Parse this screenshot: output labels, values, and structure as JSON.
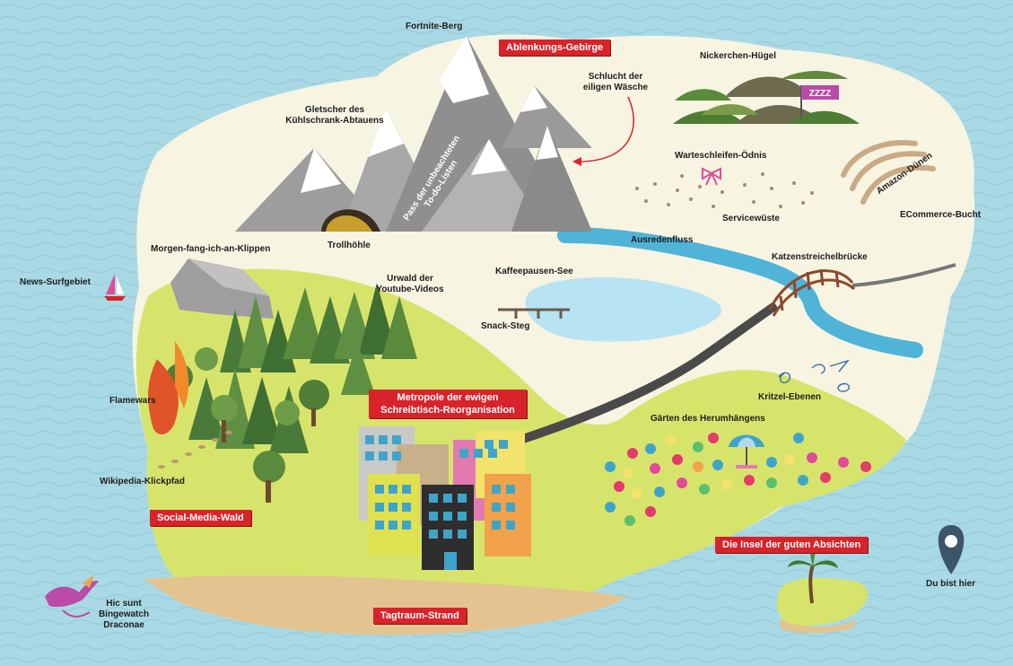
{
  "colors": {
    "sea": "#a9d9e4",
    "land_cream": "#f7f4e2",
    "meadow": "#d7e46c",
    "beach": "#e3c490",
    "lake": "#b7e3f2",
    "river": "#4fb4d8",
    "road": "#4a4a4a",
    "banner": "#d8232a",
    "pin": "#3d5568"
  },
  "banners": {
    "mountains": "Ablenkungs-Gebirge",
    "metropolis": "Metropole der ewigen Schreibtisch-Reorganisation",
    "forest": "Social-Media-Wald",
    "beach": "Tagtraum-Strand",
    "island": "Die Insel der guten Absichten"
  },
  "labels": {
    "fortnite": "Fortnite-Berg",
    "gorge": "Schlucht der eiligen Wäsche",
    "nap_hill": "Nickerchen-Hügel",
    "glacier": "Gletscher des Kühlschrank-Abtauens",
    "pass": "Pass der unbeachteten To-do-Listen",
    "troll_cave": "Trollhöhle",
    "waiting_wasteland": "Warteschleifen-Ödnis",
    "service_desert": "Servicewüste",
    "amazon_dunes": "Amazon-Dünen",
    "ecommerce_bay": "ECommerce-Bucht",
    "excuse_river": "Ausredenfluss",
    "cat_bridge": "Katzenstreichelbrücke",
    "morning_cliffs": "Morgen-fang-ich-an-Klippen",
    "coffee_lake": "Kaffeepausen-See",
    "news_surf": "News-Surfgebiet",
    "youtube_jungle": "Urwald der Youtube-Videos",
    "snack_pier": "Snack-Steg",
    "scribble_plains": "Kritzel-Ebenen",
    "flamewars": "Flamewars",
    "hanging_gardens": "Gärten des Herumhängens",
    "wiki_path": "Wikipedia-Klickpfad",
    "you_are_here": "Du bist hier",
    "dragons": "Hic sunt Bingewatch Draconae"
  },
  "icons": {
    "sleep_flag": "zzzz-flag",
    "pin": "location-pin-icon",
    "palm": "palm-tree-icon",
    "dragon": "dragon-icon",
    "sailboat": "sailboat-icon",
    "bow": "pink-bow-icon",
    "umbrella": "beach-umbrella-icon"
  },
  "sleep_flag_text": "ZZZZ"
}
